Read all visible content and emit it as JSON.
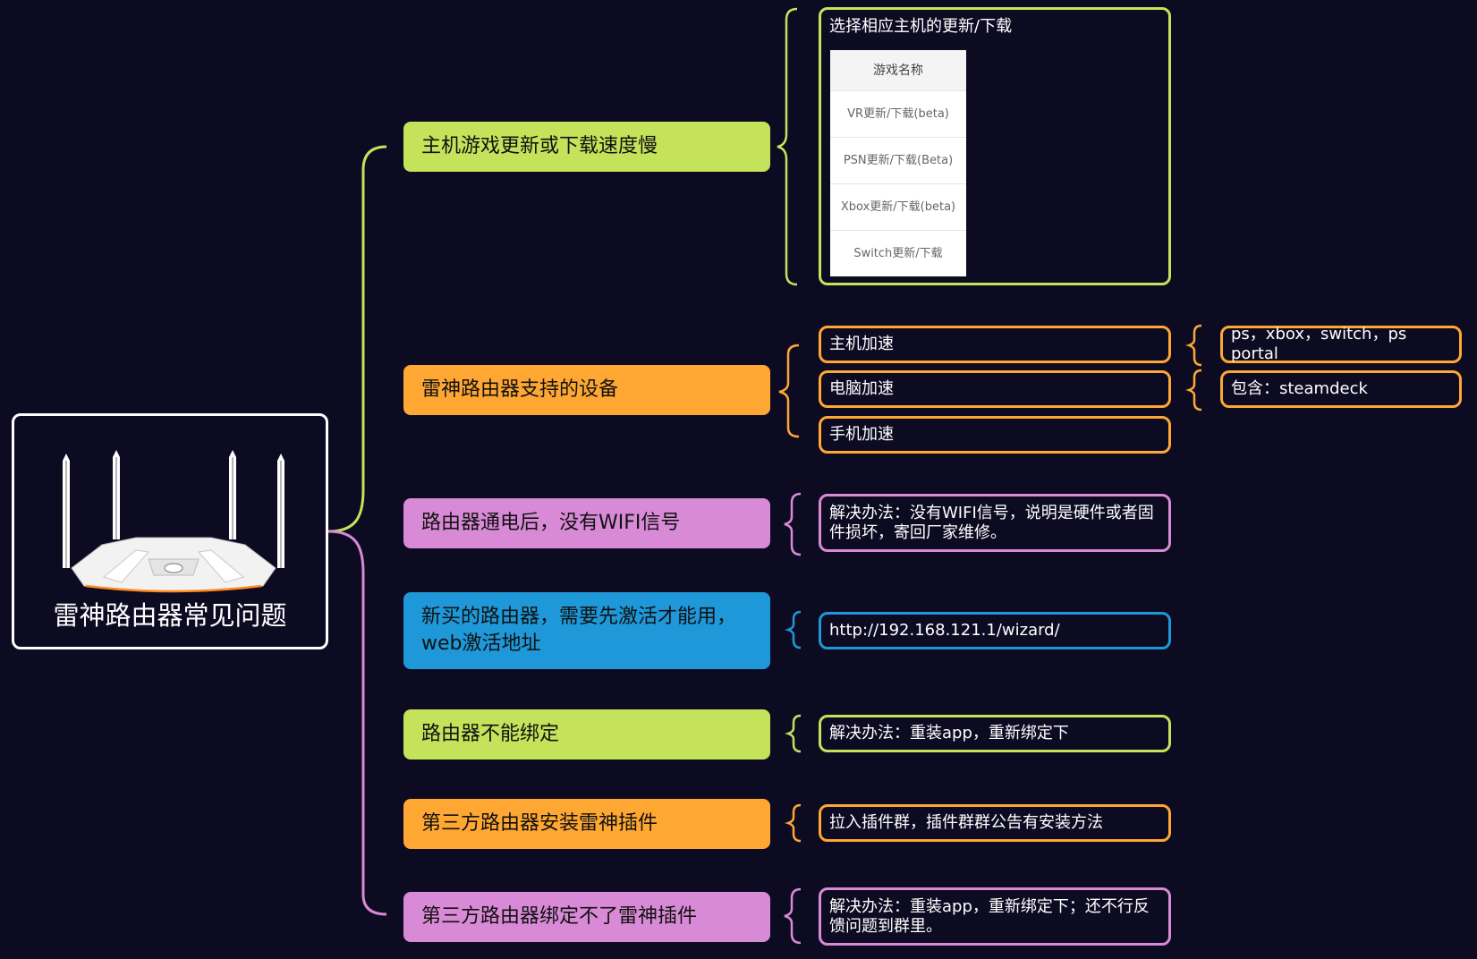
{
  "colors": {
    "background": "#0d0b22",
    "green": "#c5e35a",
    "orange": "#ffa733",
    "violet": "#d98ad6",
    "blue": "#1e98d8",
    "white": "#ffffff"
  },
  "root": {
    "title": "雷神路由器常见问题",
    "image": "router-icon"
  },
  "branches": [
    {
      "label": "主机游戏更新或下载速度慢",
      "color": "green",
      "details": {
        "heading": "选择相应主机的更新/下载",
        "table_header": "游戏名称",
        "table_rows": [
          "VR更新/下载(beta)",
          "PSN更新/下载(Beta)",
          "Xbox更新/下载(beta)",
          "Switch更新/下载"
        ]
      }
    },
    {
      "label": "雷神路由器支持的设备",
      "color": "orange",
      "items": [
        {
          "label": "主机加速",
          "sub": "ps，xbox，switch，ps portal"
        },
        {
          "label": "电脑加速",
          "sub": "包含：steamdeck"
        },
        {
          "label": "手机加速"
        }
      ]
    },
    {
      "label": "路由器通电后，没有WIFI信号",
      "color": "violet",
      "answer": "解决办法：没有WIFI信号，说明是硬件或者固件损坏，寄回厂家维修。"
    },
    {
      "label": "新买的路由器，需要先激活才能用，web激活地址",
      "color": "blue",
      "answer": "http://192.168.121.1/wizard/"
    },
    {
      "label": "路由器不能绑定",
      "color": "green",
      "answer": "解决办法：重装app，重新绑定下"
    },
    {
      "label": "第三方路由器安装雷神插件",
      "color": "orange",
      "answer": "拉入插件群，插件群群公告有安装方法"
    },
    {
      "label": "第三方路由器绑定不了雷神插件",
      "color": "violet",
      "answer": "解决办法：重装app，重新绑定下；还不行反馈问题到群里。"
    }
  ]
}
